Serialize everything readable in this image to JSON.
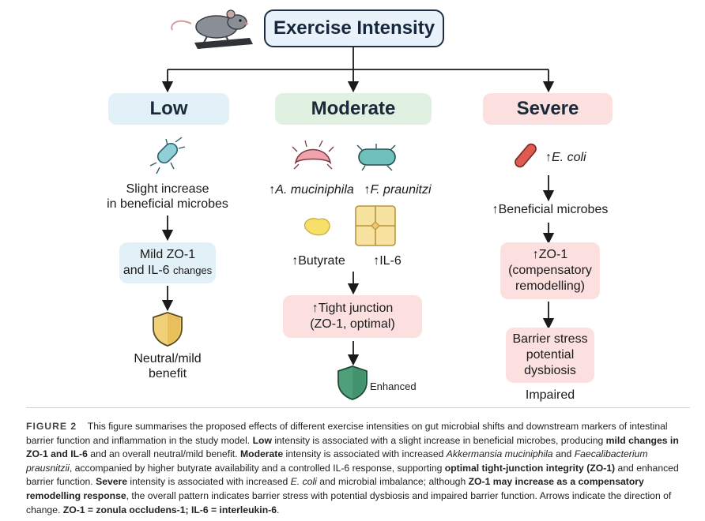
{
  "title": "Exercise Intensity",
  "low": {
    "header": "Low",
    "line1": "Slight increase",
    "line2": "in beneficial microbes",
    "box_line1": "Mild ZO-1",
    "box_line2a": "and IL-6",
    "box_line2b": "changes",
    "out_line1": "Neutral/mild",
    "out_line2": "benefit"
  },
  "moderate": {
    "header": "Moderate",
    "microbe1": "↑A. muciniphila",
    "microbe2": "↑F. praunitzi",
    "butyrate": "↑Butyrate",
    "il6": "↑IL-6",
    "box_line1": "↑Tight junction",
    "box_line2": "(ZO-1, optimal)",
    "outcome": "Enhanced"
  },
  "severe": {
    "header": "Severe",
    "microbe": "↑E. coli",
    "beneficial": "↑Beneficial microbes",
    "box1_line1": "↑ZO-1",
    "box1_line2": "(compensatory",
    "box1_line3": "remodelling)",
    "box2_line1": "Barrier stress",
    "box2_line2": "potential",
    "box2_line3": "dysbiosis",
    "outcome": "Impaired"
  },
  "caption": {
    "fig_label": "FIGURE 2",
    "s1": "This figure summarises the proposed effects of different exercise intensities on gut microbial shifts and downstream markers of intestinal barrier function and inflammation in the study model. ",
    "b_low": "Low",
    "s2": " intensity is associated with a slight increase in beneficial microbes, producing ",
    "b_mild": "mild changes in ZO-1 and IL-6",
    "s3": " and an overall neutral/mild benefit. ",
    "b_mod": "Moderate",
    "s4": " intensity is associated with increased ",
    "i_akk": "Akkermansia muciniphila",
    "s5": " and ",
    "i_faec": "Faecalibacterium prausnitzii",
    "s6": ", accompanied by higher butyrate availability and a controlled IL-6 response, supporting ",
    "b_opt": "optimal tight-junction integrity (ZO-1)",
    "s7": " and enhanced barrier function. ",
    "b_sev": "Severe",
    "s8": " intensity is associated with increased ",
    "i_ecoli": "E. coli",
    "s9": " and microbial imbalance; although ",
    "b_zo1": "ZO-1 may increase as a compensatory remodelling response",
    "s10": ", the overall pattern indicates barrier stress with potential dysbiosis and impaired barrier function. Arrows indicate the direction of change. ",
    "b_def": "ZO-1 = zonula occludens-1; IL-6 = interleukin-6",
    "s11": "."
  }
}
